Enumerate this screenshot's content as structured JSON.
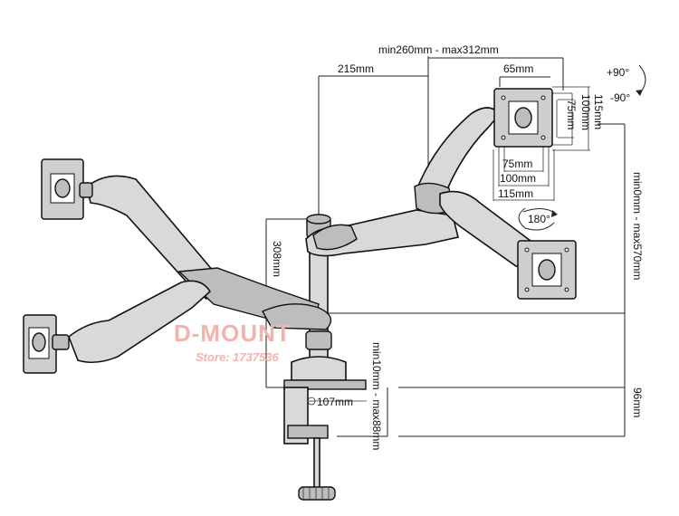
{
  "dimensions": {
    "arm_extension": "min260mm - max312mm",
    "pole_offset": "215mm",
    "plate_width": "65mm",
    "vesa_75_vertical": "75mm",
    "vesa_100_vertical": "100mm",
    "plate_height": "115mm",
    "vesa_75_horizontal": "75mm",
    "vesa_100_horizontal": "100mm",
    "plate_width_total": "115mm",
    "height_range": "min0mm - max570mm",
    "arm_height": "308mm",
    "clamp_range": "min10mm - max88mm",
    "pole_diameter": "107mm",
    "base_height": "96mm"
  },
  "rotation": {
    "tilt_up": "+90°",
    "tilt_down": "-90°",
    "swivel": "180°"
  },
  "watermark": {
    "brand": "D-MOUNT",
    "store": "Store: 1737536"
  }
}
